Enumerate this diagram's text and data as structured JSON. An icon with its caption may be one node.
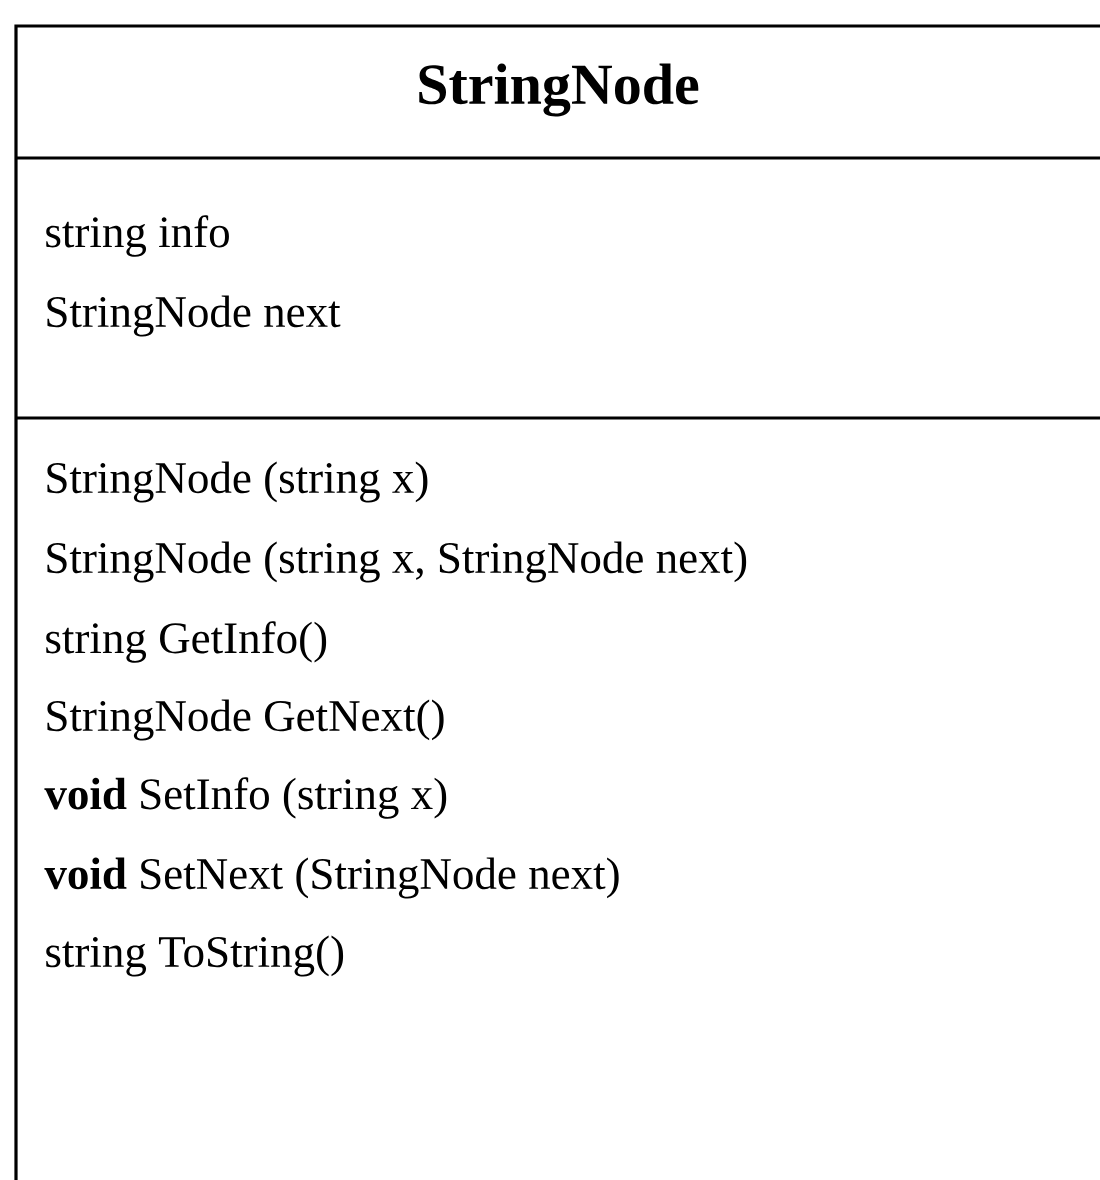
{
  "diagram": {
    "nodes": [
      {
        "text": [
          "StringNode",
          "string info",
          "StringNode next",
          "StringNode (string x)",
          "StringNode (string x, StringNode next)",
          "string GetInfo()",
          "StringNode GetNext()",
          "**void** SetInfo (string x)",
          "**void** SetNext (StringNode next)",
          "string ToString()"
        ]
      }
    ]
  }
}
